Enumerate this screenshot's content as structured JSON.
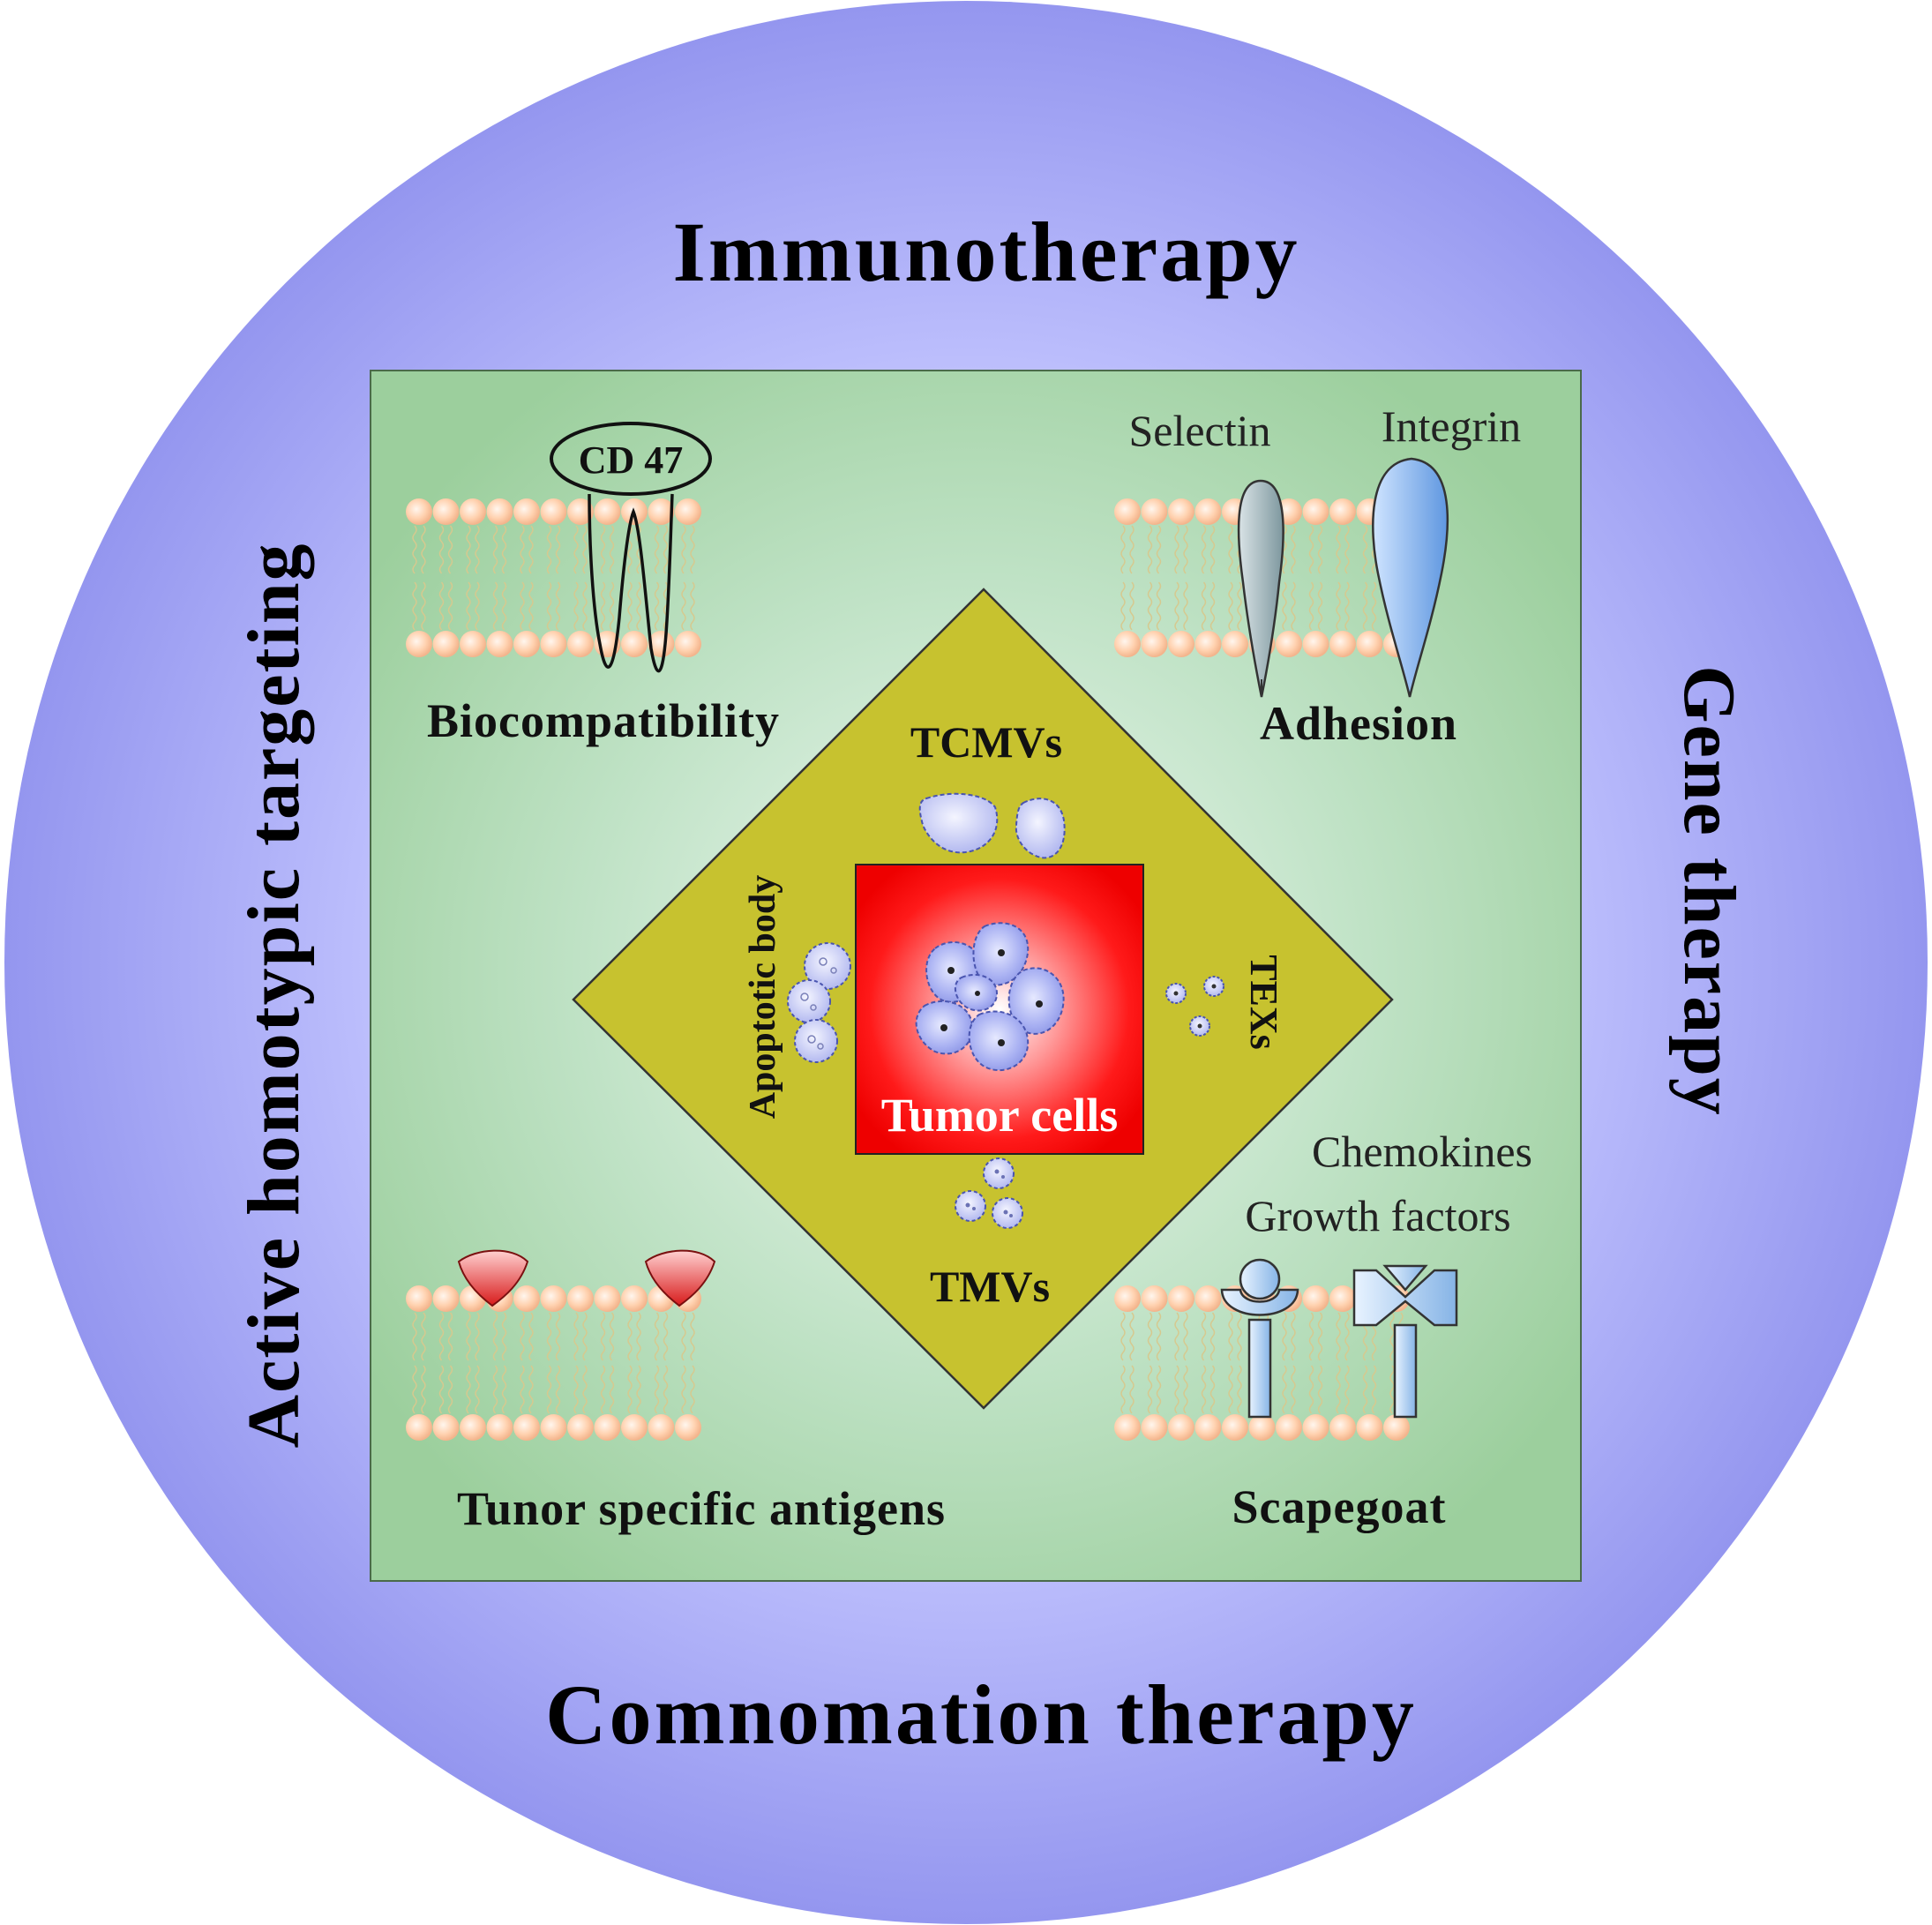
{
  "outer_ring": {
    "top": "Immunotherapy",
    "right": "Gene therapy",
    "bottom": "Comnomation therapy",
    "left": "Active homotypic targeting"
  },
  "panels": {
    "top_left": {
      "title": "Biocompatibility",
      "marker": "CD 47"
    },
    "top_right": {
      "title": "Adhesion",
      "label_a": "Selectin",
      "label_b": "Integrin"
    },
    "bottom_left": {
      "title": "Tunor specific antigens"
    },
    "bottom_right": {
      "title": "Scapegoat",
      "label_a": "Chemokines",
      "label_b": "Growth factors"
    }
  },
  "diamond": {
    "top": "TCMVs",
    "right": "TEXs",
    "bottom": "TMVs",
    "left": "Apoptotic body"
  },
  "center": {
    "label": "Tumor cells"
  },
  "colors": {
    "ring_outer": "#9a9cf2",
    "ring_inner": "#e2e3ff",
    "square": "#9dcfa0",
    "diamond": "#c6c12f",
    "tumor": "#ff0000",
    "lipid_head": "#ffc9a3",
    "cell": "#a9b2f0"
  }
}
